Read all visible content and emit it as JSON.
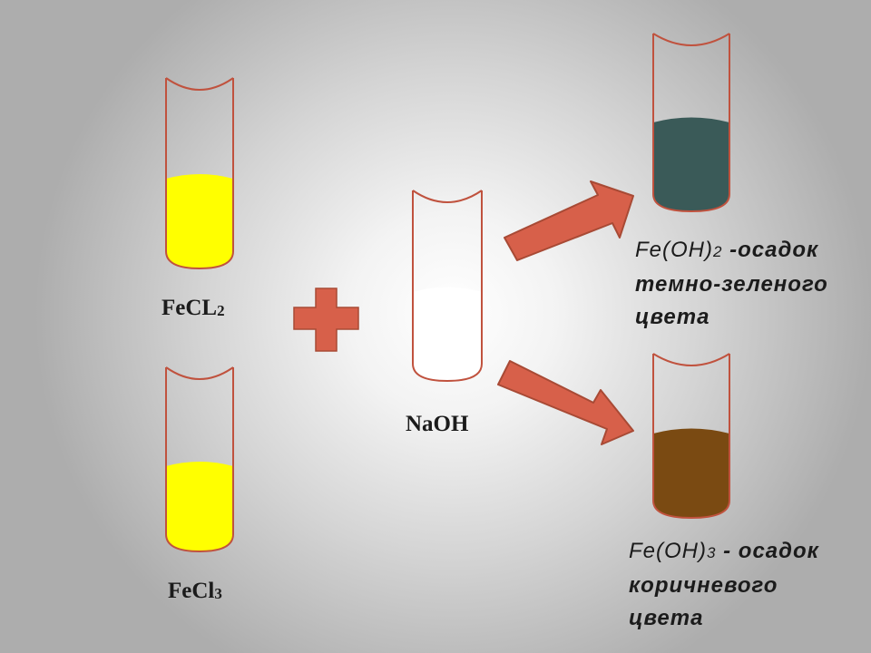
{
  "reagents": {
    "fecl2": {
      "formula": "FeCL",
      "index": "2",
      "liquid_color": "#ffff00"
    },
    "fecl3": {
      "formula": "FeCl",
      "index": "3",
      "liquid_color": "#ffff00"
    },
    "naoh": {
      "formula": "NaOH",
      "liquid_color": "#ffffff"
    }
  },
  "plus_sign": {
    "color": "#d7604a"
  },
  "arrows": {
    "color": "#d7604a",
    "outline": "#a84a35"
  },
  "products": {
    "feoh2": {
      "formula_part1": "Fe(OH)",
      "index": "2",
      "line1_suffix": " -осадок",
      "line2": "темно-зеленого",
      "line3": "цвета",
      "liquid_color": "#3a5a58"
    },
    "feoh3": {
      "formula_part1": "Fe(OH)",
      "index": "3",
      "line1_suffix": " - осадок",
      "line2": "коричневого",
      "line3": "цвета",
      "liquid_color": "#7a4a12"
    }
  },
  "tube_outline_color": "#c0523e"
}
